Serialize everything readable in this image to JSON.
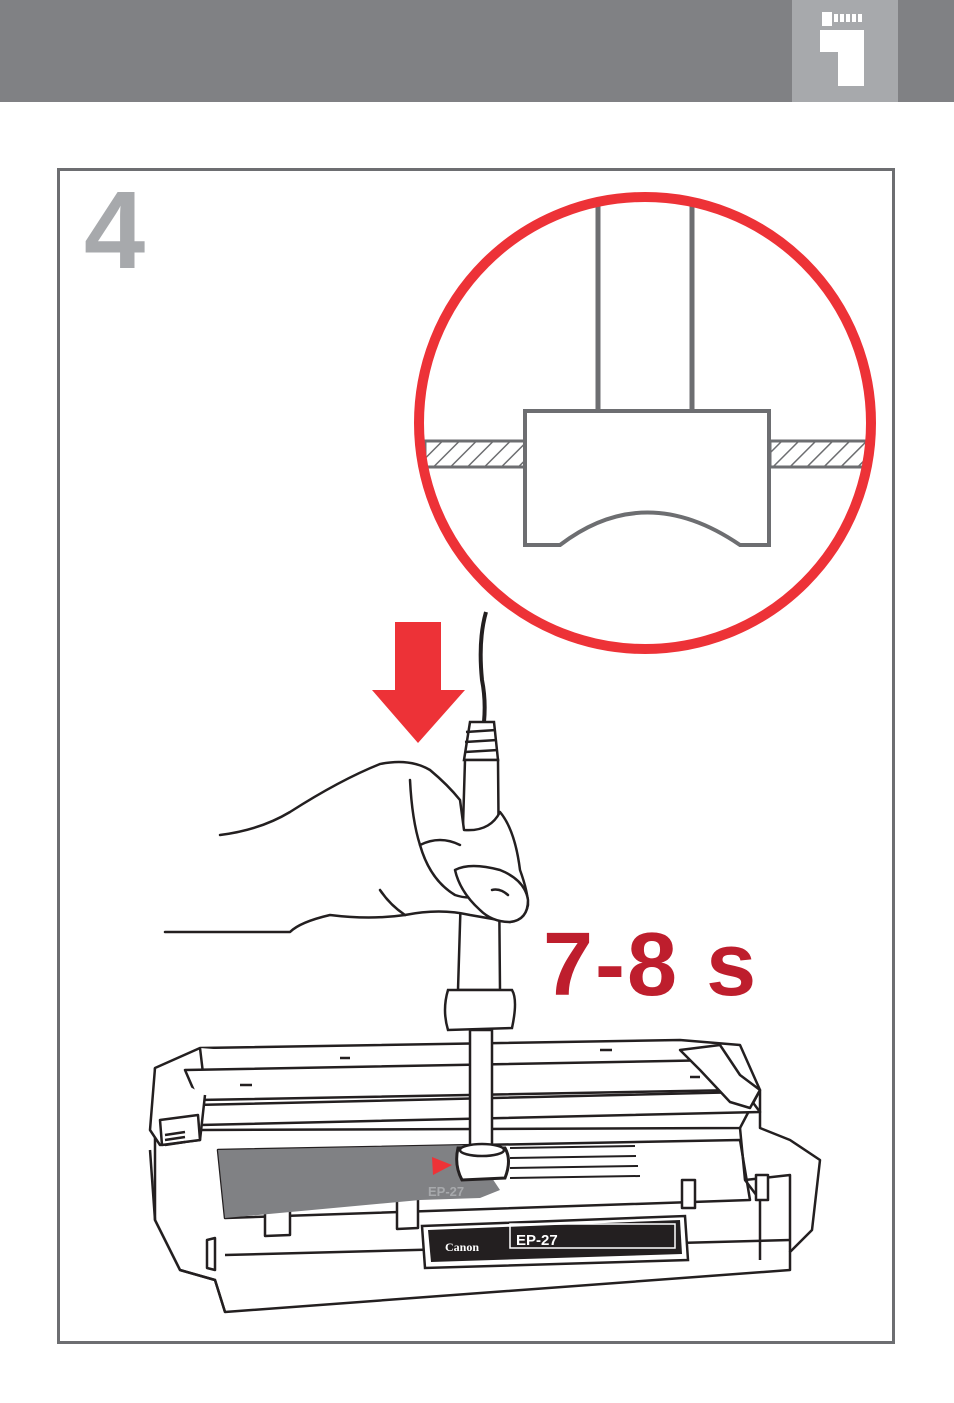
{
  "header": {
    "icon": "step-one-icon"
  },
  "step": {
    "number": "4"
  },
  "instruction": {
    "duration": "7-8 s"
  },
  "cartridge": {
    "brand": "Canon",
    "model_label": "EP-27",
    "chip_label": "EP-27"
  },
  "colors": {
    "header": "#808184",
    "header_tab": "#a7a9ac",
    "accent_red": "#ed3237",
    "duration_red": "#be1e2d",
    "outline": "#231f20"
  }
}
